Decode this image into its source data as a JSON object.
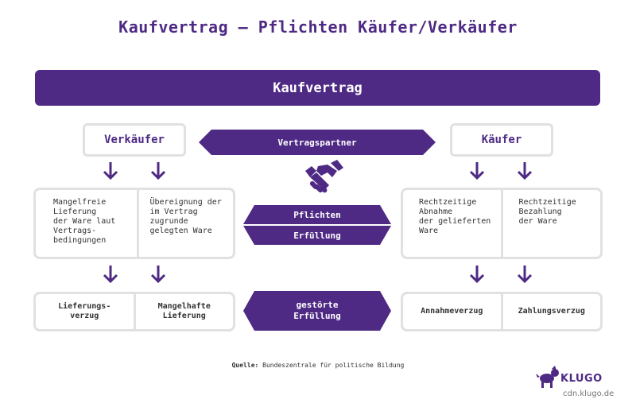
{
  "title": "Kaufvertrag – Pflichten Käufer/Verkäufer",
  "banner": "Kaufvertrag",
  "seller": {
    "label": "Verkäufer",
    "duties": [
      "Mangelfreie\nLieferung\nder Ware laut\nVertrags-\nbedingungen",
      "Übereignung der\nim Vertrag\nzugrunde\ngelegten Ware"
    ],
    "disruptions": [
      "Lieferungs-\nverzug",
      "Mangelhafte\nLieferung"
    ]
  },
  "buyer": {
    "label": "Käufer",
    "duties": [
      "Rechtzeitige\nAbnahme\nder gelieferten\nWare",
      "Rechtzeitige\nBezahlung\nder Ware"
    ],
    "disruptions": [
      "Annahmeverzug",
      "Zahlungsverzug"
    ]
  },
  "center": {
    "partners": "Vertragspartner",
    "duties": "Pflichten",
    "fulfillment": "Erfüllung",
    "disrupted": "gestörte\nErfüllung"
  },
  "source": {
    "label": "Quelle:",
    "text": "Bundeszentrale für politische Bildung"
  },
  "brand": {
    "logo_text": "KLUGO",
    "url": "cdn.klugo.de"
  },
  "colors": {
    "accent": "#4e2a84",
    "border": "#e1e1e1"
  },
  "icons": [
    "handshake-icon",
    "arrow-down-icon",
    "dog-logo-icon"
  ]
}
